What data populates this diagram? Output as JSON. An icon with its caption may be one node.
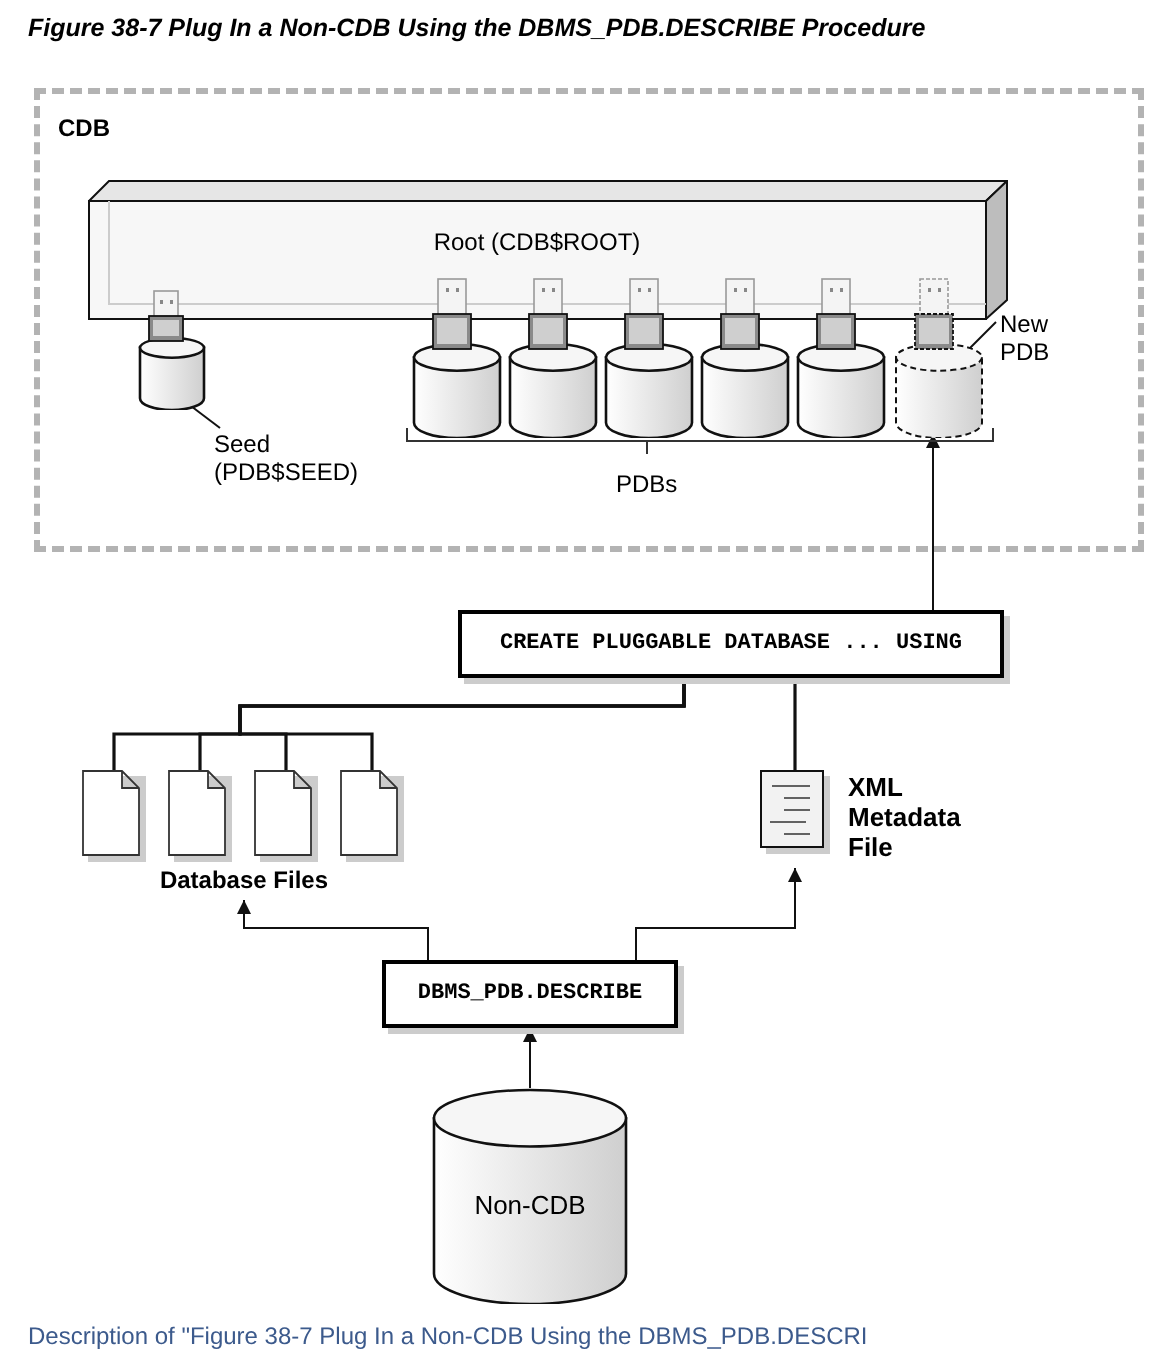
{
  "diagram": {
    "title": "Figure 38-7 Plug In a Non-CDB Using the DBMS_PDB.DESCRIBE Procedure",
    "caption": "Description of \"Figure 38-7 Plug In a Non-CDB Using the DBMS_PDB.DESCRI",
    "nodes": [
      {
        "text": [
          "CDB"
        ]
      },
      {
        "text": [
          "Root (CDB$ROOT)"
        ],
        "in": 0
      },
      {
        "text": [],
        "shape": "cylinder",
        "in": 0
      },
      {
        "text": [
          "Seed (PDB$SEED)"
        ],
        "in": 0
      },
      {
        "text": [],
        "shape": "cylinder",
        "in": 0
      },
      {
        "text": [],
        "shape": "cylinder",
        "in": 0
      },
      {
        "text": [],
        "shape": "cylinder",
        "in": 0
      },
      {
        "text": [],
        "shape": "cylinder",
        "in": 0
      },
      {
        "text": [],
        "shape": "cylinder",
        "in": 0
      },
      {
        "text": [],
        "shape": "cylinder",
        "in": 0
      },
      {
        "text": [
          "New PDB"
        ],
        "in": 0
      },
      {
        "text": [
          "CREATE PLUGGABLE DATABASE ... USING"
        ]
      },
      {
        "text": [],
        "shape": "document"
      },
      {
        "text": [],
        "shape": "document"
      },
      {
        "text": [],
        "shape": "document"
      },
      {
        "text": [],
        "shape": "document"
      },
      {
        "text": [
          "Database Files"
        ]
      },
      {
        "text": [],
        "shape": "document",
        "beside": [
          "XML Metadata File"
        ]
      },
      {
        "text": [
          "DBMS_PDB.DESCRIBE"
        ]
      },
      {
        "text": [
          "Non-CDB"
        ]
      }
    ],
    "edges": [
      {
        "from": 11,
        "to": 9,
        "arrow": "to"
      },
      {
        "from": 11,
        "to": 12,
        "arrow": "none"
      },
      {
        "from": 11,
        "to": 13,
        "arrow": "none"
      },
      {
        "from": 11,
        "to": 14,
        "arrow": "none"
      },
      {
        "from": 11,
        "to": 15,
        "arrow": "none"
      },
      {
        "from": 11,
        "to": 17,
        "arrow": "none"
      },
      {
        "from": 18,
        "to": 16,
        "arrow": "to"
      },
      {
        "from": 18,
        "to": 17,
        "arrow": "to"
      },
      {
        "from": 19,
        "to": 18,
        "arrow": "to"
      },
      {
        "from": 3,
        "to": 2,
        "arrow": "none"
      },
      {
        "from": 10,
        "to": 9,
        "arrow": "none"
      }
    ],
    "labels": [
      "PDBs"
    ]
  }
}
